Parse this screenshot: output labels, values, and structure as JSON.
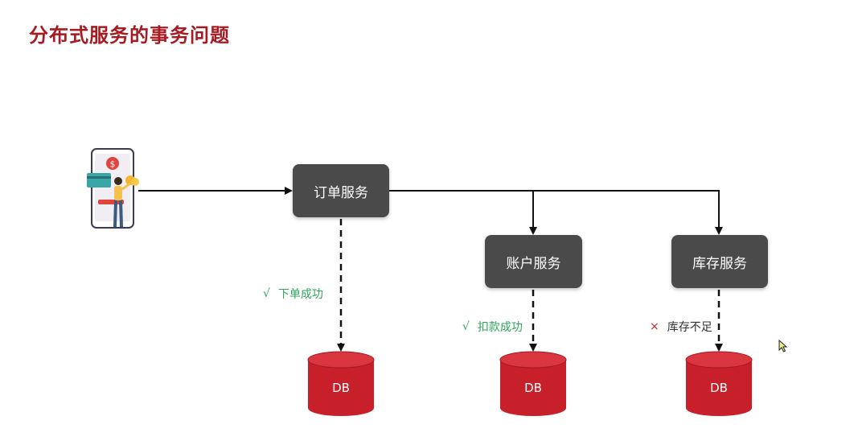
{
  "title": "分布式服务的事务问题",
  "services": {
    "order": "订单服务",
    "account": "账户服务",
    "inventory": "库存服务"
  },
  "statuses": {
    "order": {
      "mark": "√",
      "text": "下单成功"
    },
    "account": {
      "mark": "√",
      "text": "扣款成功"
    },
    "inventory": {
      "mark": "×",
      "text": "库存不足"
    }
  },
  "db_label": "DB",
  "colors": {
    "title": "#a61b22",
    "service_box": "#4a4a4a",
    "db": "#c8202a",
    "success": "#2ea55b",
    "fail_mark": "#c0282e"
  },
  "icons": {
    "client": "phone-payment-illustration-icon",
    "cursor": "mouse-cursor-icon"
  }
}
